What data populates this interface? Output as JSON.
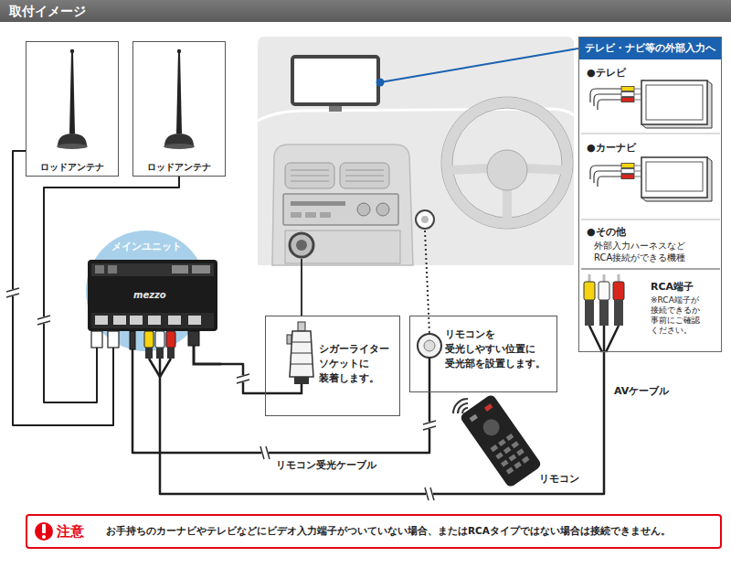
{
  "diagram": {
    "title": "取付イメージ",
    "nodes": [
      {
        "text": [
          "ロッドアンテナ"
        ]
      },
      {
        "text": [
          "ロッドアンテナ"
        ]
      },
      {
        "text": [
          "テレビ・ナビ等の外部入力へ",
          "●テレビ",
          "●カーナビ",
          "●その他",
          "外部入力ハーネスなど RCA接続ができる機種",
          "RCA端子",
          "※RCA端子が 接続できるか 事前にご確認 ください。"
        ]
      },
      {
        "text": [
          "メインユニット"
        ]
      },
      {
        "text": [
          "シガーライター ソケットに 装着します。"
        ]
      },
      {
        "text": [
          "リモコンを 受光しやすい位置に 受光部を設置します。"
        ]
      },
      {
        "text": [
          "注意",
          "お手持ちのカーナビやテレビなどにビデオ入力端子がついていない場合、またはRCAタイプではない場合は接続できません。"
        ]
      }
    ],
    "edges": [
      {
        "from": 0,
        "to": 3,
        "arrow": "none"
      },
      {
        "from": 1,
        "to": 3,
        "arrow": "none"
      },
      {
        "from": 3,
        "to": 4,
        "arrow": "none"
      },
      {
        "from": 3,
        "to": 5,
        "label": "リモコン受光ケーブル",
        "arrow": "none"
      },
      {
        "from": 3,
        "to": 2,
        "label": "AVケーブル",
        "arrow": "none"
      }
    ],
    "labels": [
      "mezzo",
      "リモコン"
    ]
  }
}
